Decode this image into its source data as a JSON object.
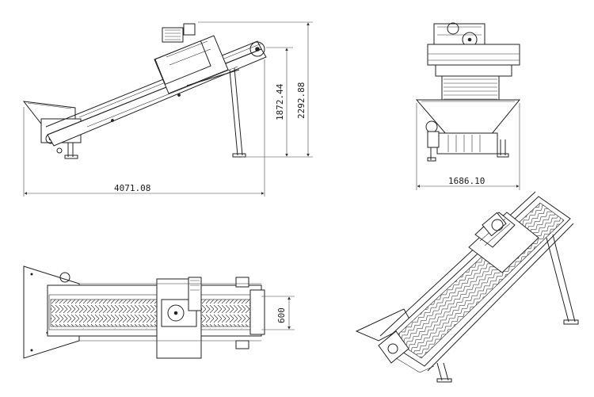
{
  "dimensions": {
    "overall_length": "4071.08",
    "height_inner": "1872.44",
    "height_overall": "2292.88",
    "overall_width": "1686.10",
    "belt_width": "600"
  },
  "colors": {
    "line": "#222222",
    "background": "#ffffff"
  }
}
